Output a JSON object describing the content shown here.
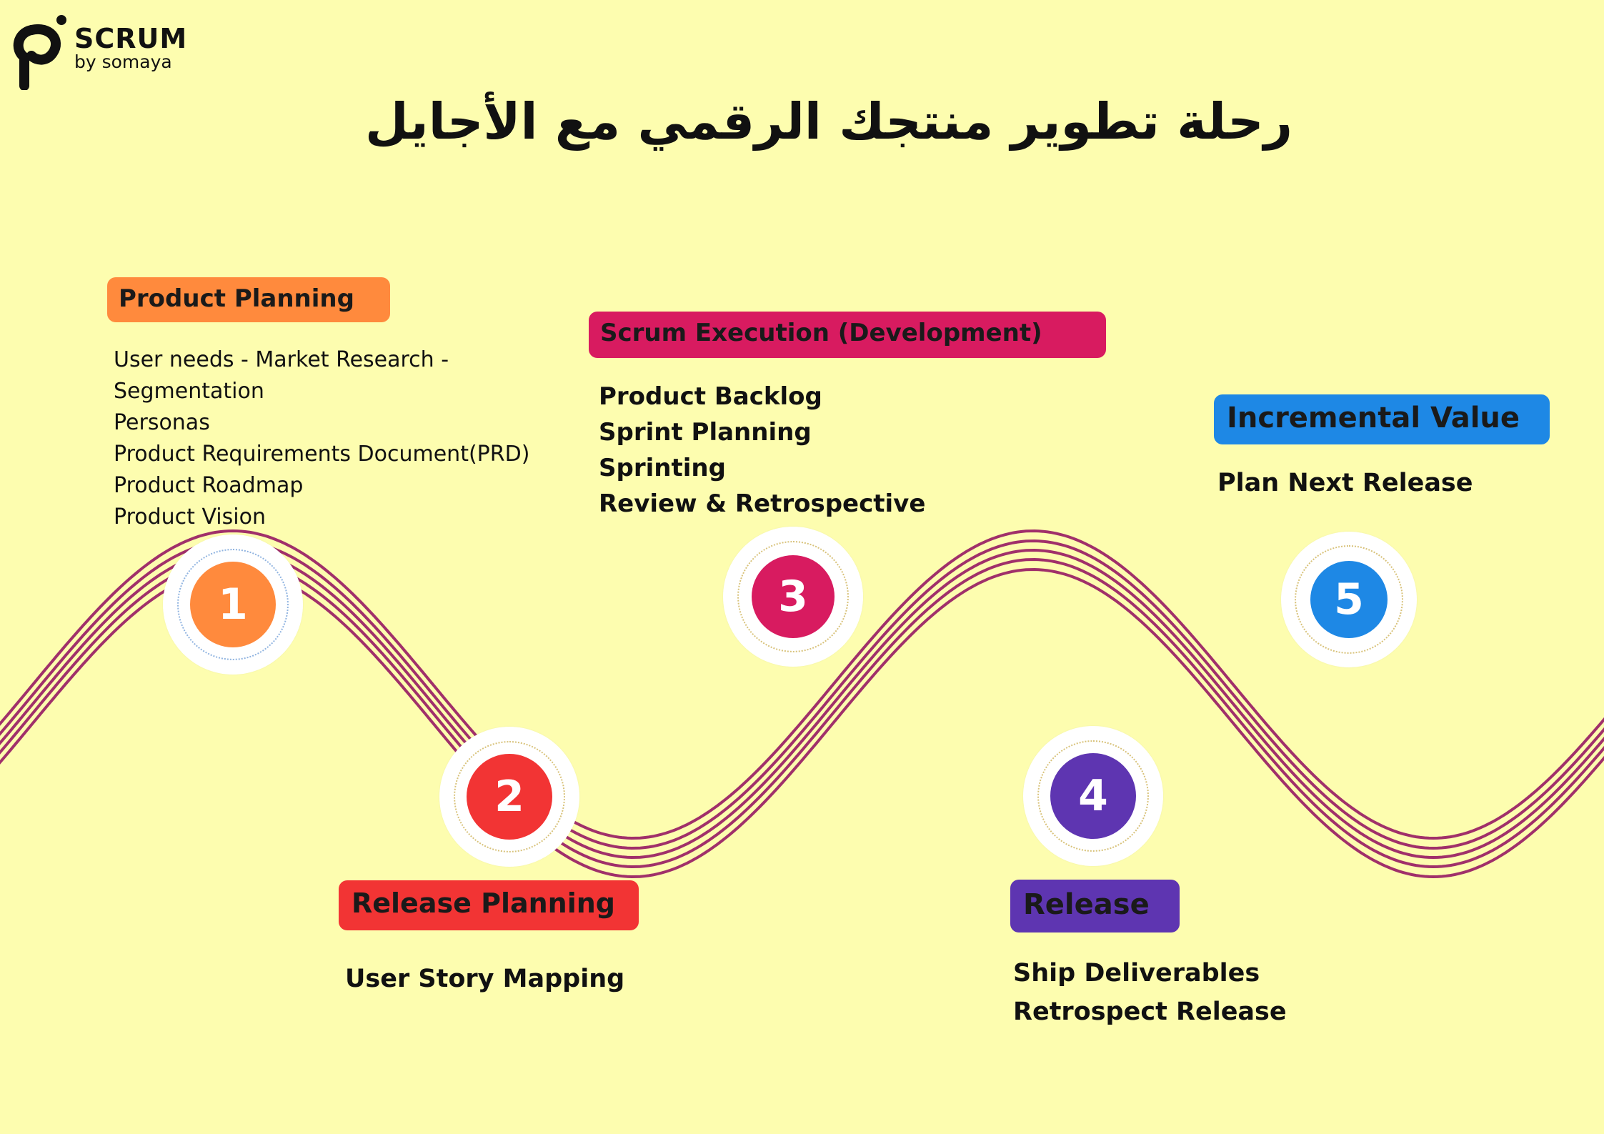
{
  "brand": {
    "name": "SCRUM",
    "sub": "by somaya"
  },
  "title": "رحلة تطوير منتجك الرقمي مع الأجايل",
  "colors": {
    "background": "#fdfdaf",
    "wave": "#a0306a",
    "orange": "#ff8a3d",
    "red": "#f23434",
    "magenta": "#d81b60",
    "purple": "#5e35b1",
    "blue": "#1e88e5"
  },
  "steps": [
    {
      "number": "1",
      "label": "Product Planning",
      "items": [
        "User needs - Market Research -",
        "Segmentation",
        "Personas",
        "Product Requirements Document(PRD)",
        "Product Roadmap",
        "Product Vision"
      ]
    },
    {
      "number": "2",
      "label": "Release Planning",
      "items": [
        "User Story Mapping"
      ]
    },
    {
      "number": "3",
      "label": "Scrum Execution (Development)",
      "items": [
        "Product Backlog",
        "Sprint Planning",
        "Sprinting",
        "Review & Retrospective"
      ]
    },
    {
      "number": "4",
      "label": "Release",
      "items": [
        "Ship Deliverables",
        "Retrospect Release"
      ]
    },
    {
      "number": "5",
      "label": "Incremental Value",
      "items": [
        "Plan Next Release"
      ]
    }
  ]
}
